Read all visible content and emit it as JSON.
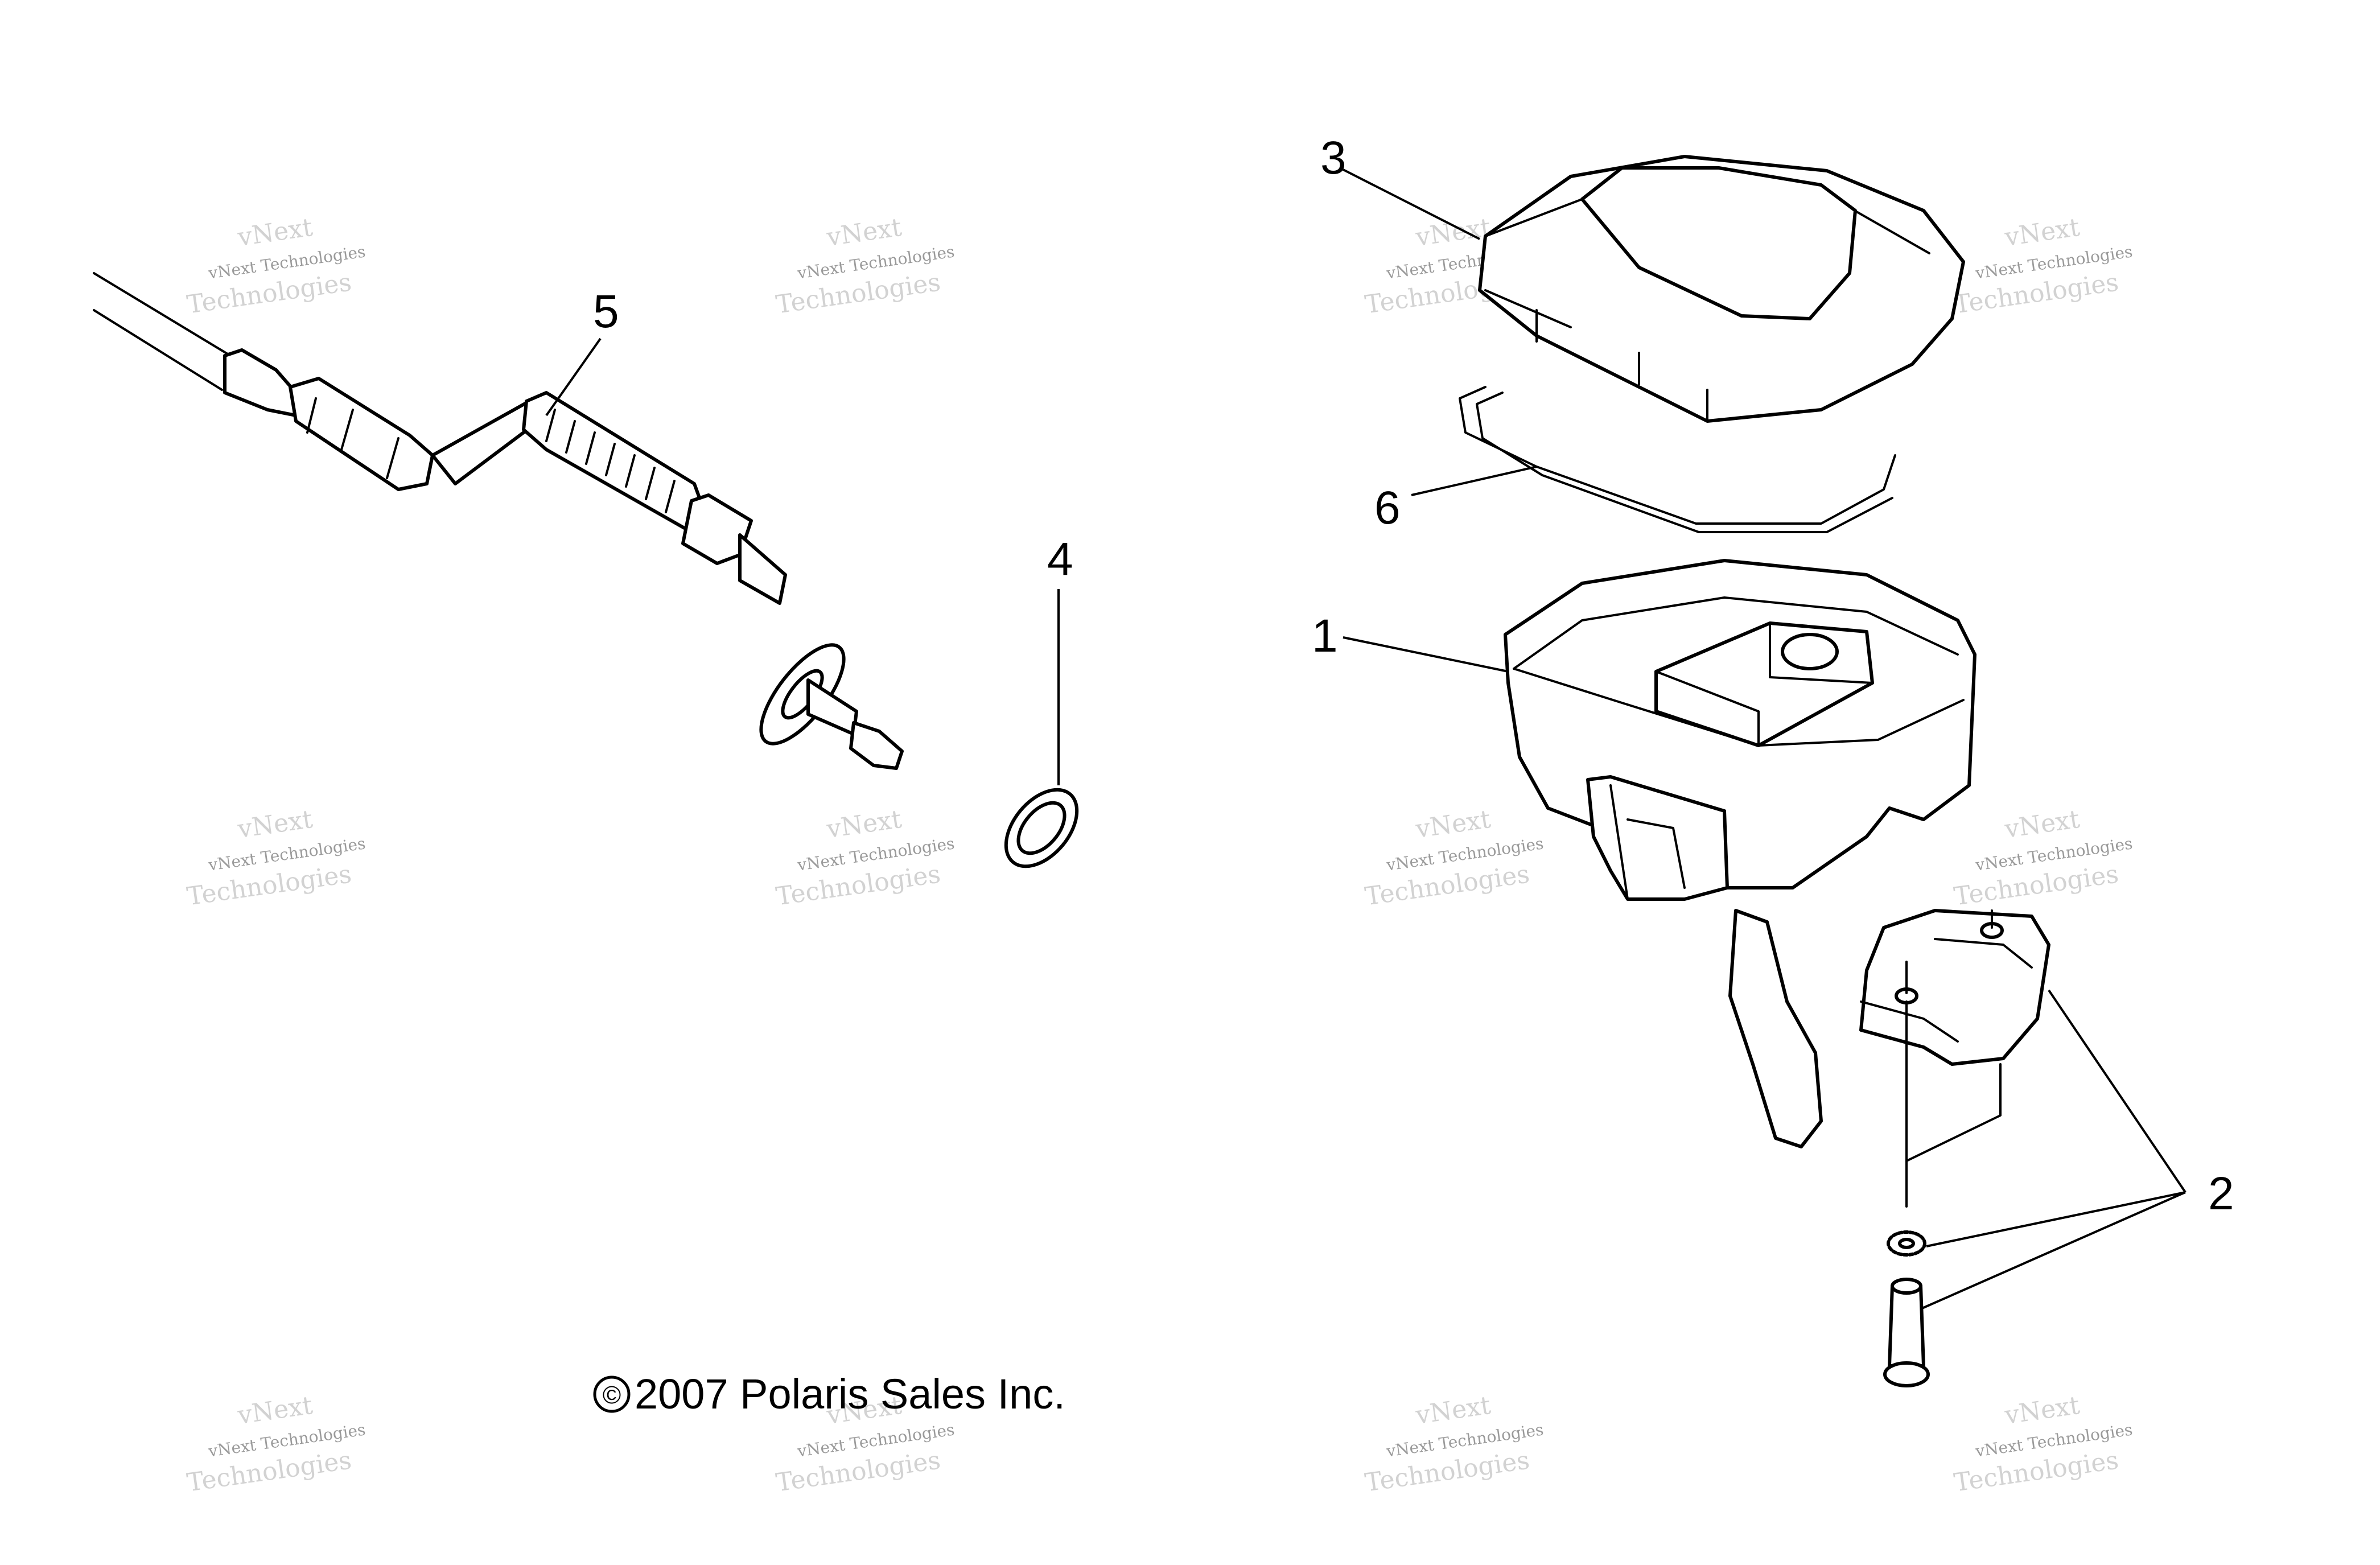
{
  "diagram": {
    "callouts": [
      {
        "id": "1",
        "label": "1"
      },
      {
        "id": "2",
        "label": "2"
      },
      {
        "id": "3",
        "label": "3"
      },
      {
        "id": "4",
        "label": "4"
      },
      {
        "id": "5",
        "label": "5"
      },
      {
        "id": "6",
        "label": "6"
      }
    ],
    "copyright": "2007 Polaris Sales Inc.",
    "copyright_symbol": "©"
  },
  "watermark": {
    "line1": "vNext Technologies",
    "line2": "vNext",
    "line3": "Technologies"
  },
  "colors": {
    "ink": "#000000",
    "watermark": "#9a9a9a",
    "background": "#ffffff"
  }
}
